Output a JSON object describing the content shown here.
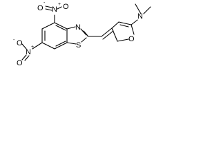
{
  "colors": {
    "bond": "#000000",
    "label": "#000000",
    "background": "#ffffff"
  },
  "atoms": {
    "nitro_top": {
      "o_left": "O",
      "charge_left": "-",
      "n": "N",
      "charge_n": "+",
      "o_right": "O"
    },
    "nitro_left": {
      "o_top": "O",
      "charge_top": "-",
      "n": "N",
      "charge_n": "+",
      "o_bottom": "O"
    },
    "thiazole": {
      "n": "N",
      "s": "S"
    },
    "furan": {
      "o": "O"
    },
    "amine": {
      "n": "N"
    }
  }
}
